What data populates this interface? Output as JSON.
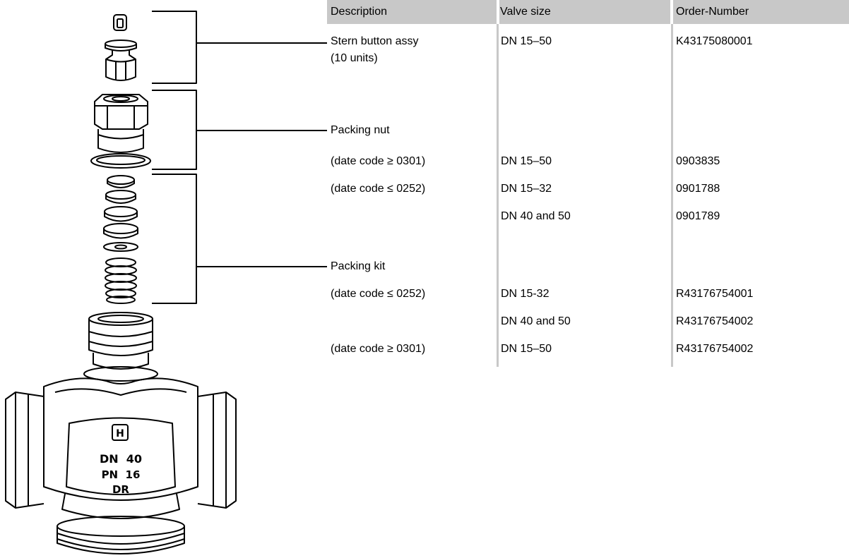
{
  "table": {
    "headers": {
      "description": "Description",
      "valve_size": "Valve size",
      "order_number": "Order-Number"
    },
    "rows": [
      {
        "description": "Stern button assy",
        "valve_size": "DN 15–50",
        "order_number": "K43175080001"
      },
      {
        "description": "(10 units)",
        "valve_size": "",
        "order_number": ""
      },
      {
        "description": "Packing nut",
        "valve_size": "",
        "order_number": ""
      },
      {
        "description": "(date code ≥ 0301)",
        "valve_size": "DN 15–50",
        "order_number": "0903835"
      },
      {
        "description": "(date code ≤ 0252)",
        "valve_size": "DN 15–32",
        "order_number": "0901788"
      },
      {
        "description": "",
        "valve_size": "DN 40 and 50",
        "order_number": "0901789"
      },
      {
        "description": "Packing kit",
        "valve_size": "",
        "order_number": ""
      },
      {
        "description": "(date code ≤ 0252)",
        "valve_size": "DN 15-32",
        "order_number": "R43176754001"
      },
      {
        "description": "",
        "valve_size": "DN 40 and 50",
        "order_number": "R43176754002"
      },
      {
        "description": "(date code ≥ 0301)",
        "valve_size": "DN 15–50",
        "order_number": "R43176754002"
      }
    ]
  },
  "valve_body_marking": {
    "logo": "H",
    "line1": "DN  40",
    "line2": "PN  16",
    "line3": "DR"
  }
}
